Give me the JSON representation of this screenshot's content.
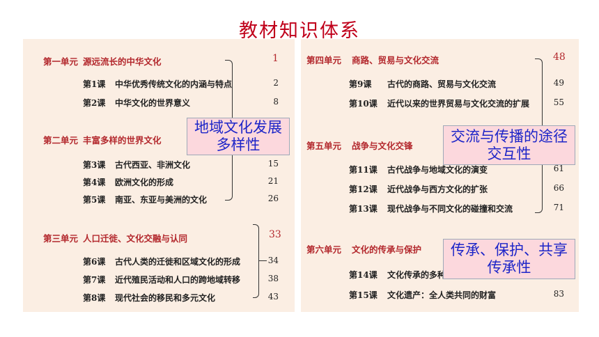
{
  "title": "教材知识体系",
  "colors": {
    "title": "#c0001a",
    "unit_text": "#b3282d",
    "panel_bg": "#fbeee3",
    "callout_bg": "#fcd8dd",
    "callout_text": "#1d25c8"
  },
  "left": {
    "units": [
      {
        "label": "第一单元",
        "name": "源远流长的中华文化",
        "page": "1",
        "lessons": [
          {
            "num": "第1课",
            "name": "中华优秀传统文化的内涵与特点",
            "page": "2"
          },
          {
            "num": "第2课",
            "name": "中华文化的世界意义",
            "page": "8"
          }
        ]
      },
      {
        "label": "第二单元",
        "name": "丰富多样的世界文化",
        "page": "",
        "lessons": [
          {
            "num": "第3课",
            "name": "古代西亚、非洲文化",
            "page": "15"
          },
          {
            "num": "第4课",
            "name": "欧洲文化的形成",
            "page": "21"
          },
          {
            "num": "第5课",
            "name": "南亚、东亚与美洲的文化",
            "page": "26"
          }
        ]
      },
      {
        "label": "第三单元",
        "name": "人口迁徙、文化交融与认同",
        "page": "33",
        "lessons": [
          {
            "num": "第6课",
            "name": "古代人类的迁徙和区域文化的形成",
            "page": "34"
          },
          {
            "num": "第7课",
            "name": "近代殖民活动和人口的跨地域转移",
            "page": "38"
          },
          {
            "num": "第8课",
            "name": "现代社会的移民和多元文化",
            "page": "43"
          }
        ]
      }
    ]
  },
  "right": {
    "units": [
      {
        "label": "第四单元",
        "name": "商路、贸易与文化交流",
        "page": "48",
        "lessons": [
          {
            "num": "第9课",
            "name": "古代的商路、贸易与文化交流",
            "page": "49"
          },
          {
            "num": "第10课",
            "name": "近代以来的世界贸易与文化交流的扩展",
            "page": "55"
          }
        ]
      },
      {
        "label": "第五单元",
        "name": "战争与文化交锋",
        "page": "",
        "lessons": [
          {
            "num": "第11课",
            "name": "古代战争与地域文化的演变",
            "page": "61"
          },
          {
            "num": "第12课",
            "name": "近代战争与西方文化的扩张",
            "page": "66"
          },
          {
            "num": "第13课",
            "name": "现代战争与不同文化的碰撞和交流",
            "page": "71"
          }
        ]
      },
      {
        "label": "第六单元",
        "name": "文化的传承与保护",
        "page": "",
        "lessons": [
          {
            "num": "第14课",
            "name": "文化传承的多种载体及其作用",
            "page": ""
          },
          {
            "num": "第15课",
            "name": "文化遗产：全人类共同的财富",
            "page": "83"
          }
        ]
      }
    ]
  },
  "callouts": {
    "diversity": [
      "地域文化发展",
      "多样性"
    ],
    "exchange": [
      "交流与传播的途径",
      "交互性"
    ],
    "heritage": [
      "传承、保护、共享",
      "传承性"
    ]
  }
}
